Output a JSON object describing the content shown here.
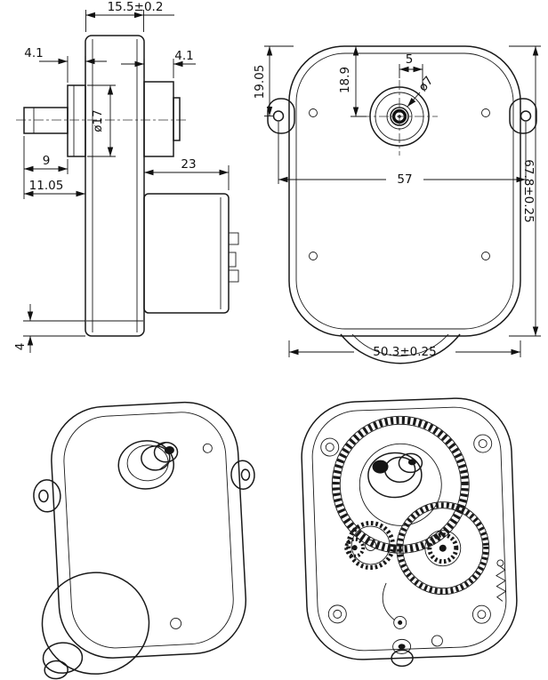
{
  "colors": {
    "background": "#ffffff",
    "line": "#1a1a1a"
  },
  "side_view": {
    "dim_width": "15.5±0.2",
    "dim_hub_width": "4.1",
    "dim_boss_width": "4.1",
    "dim_hub_diameter": "ø17",
    "dim_shaft_length": "9",
    "dim_shaft_total": "11.05",
    "dim_motor_depth": "23",
    "dim_bottom_step": "4"
  },
  "front_view": {
    "dim_ear_hole_from_top": "19.05",
    "dim_shaft_from_top": "18.9",
    "dim_shaft_offset": "5",
    "dim_shaft_diameter": "ø7",
    "dim_mounting_hole_span": "57",
    "dim_body_height": "67.8±0.25",
    "dim_body_width": "50.3±0.25"
  }
}
